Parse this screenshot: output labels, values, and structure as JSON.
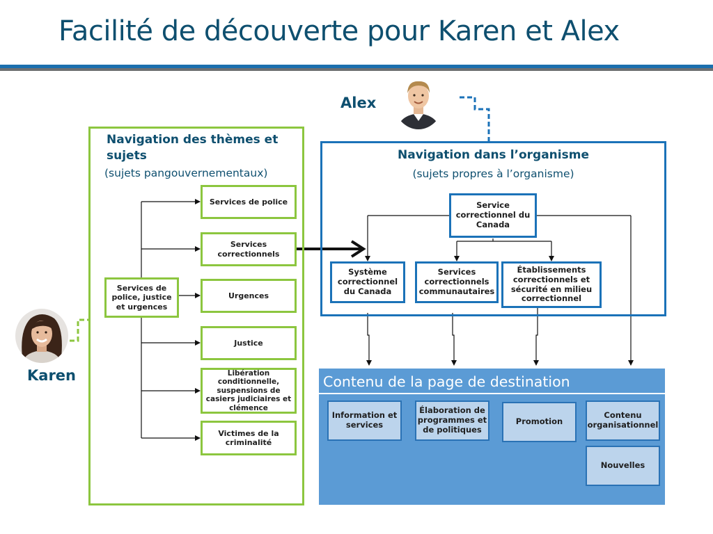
{
  "title": "Facilité de découverte pour Karen et Alex",
  "colors": {
    "title": "#0e4f6f",
    "green": "#8cc63f",
    "blue": "#1b72b8",
    "content_bg": "#5b9bd5",
    "content_box": "#bcd4ec"
  },
  "karen": {
    "name": "Karen",
    "avatar_icon": "woman-avatar-icon"
  },
  "alex": {
    "name": "Alex",
    "avatar_icon": "man-avatar-icon"
  },
  "theme_nav": {
    "heading": "Navigation des thèmes et sujets",
    "subheading": "(sujets pangouvernementaux)",
    "root": "Services de police, justice et urgences",
    "items": [
      "Services de police",
      "Services correctionnels",
      "Urgences",
      "Justice",
      "Libération conditionnelle, suspensions de casiers judiciaires et clémence",
      "Victimes de la criminalité"
    ]
  },
  "org_nav": {
    "heading": "Navigation dans l’organisme",
    "subheading": "(sujets propres à l’organisme)",
    "root": "Service correctionnel du Canada",
    "items": [
      "Système correctionnel du Canada",
      "Services correctionnels communautaires",
      "Établissements correctionnels et sécurité en milieu correctionnel"
    ]
  },
  "landing": {
    "heading": "Contenu de la page de destination",
    "items": [
      "Information et services",
      "Élaboration de programmes et de politiques",
      "Promotion",
      "Contenu organisationnel",
      "Nouvelles"
    ]
  }
}
